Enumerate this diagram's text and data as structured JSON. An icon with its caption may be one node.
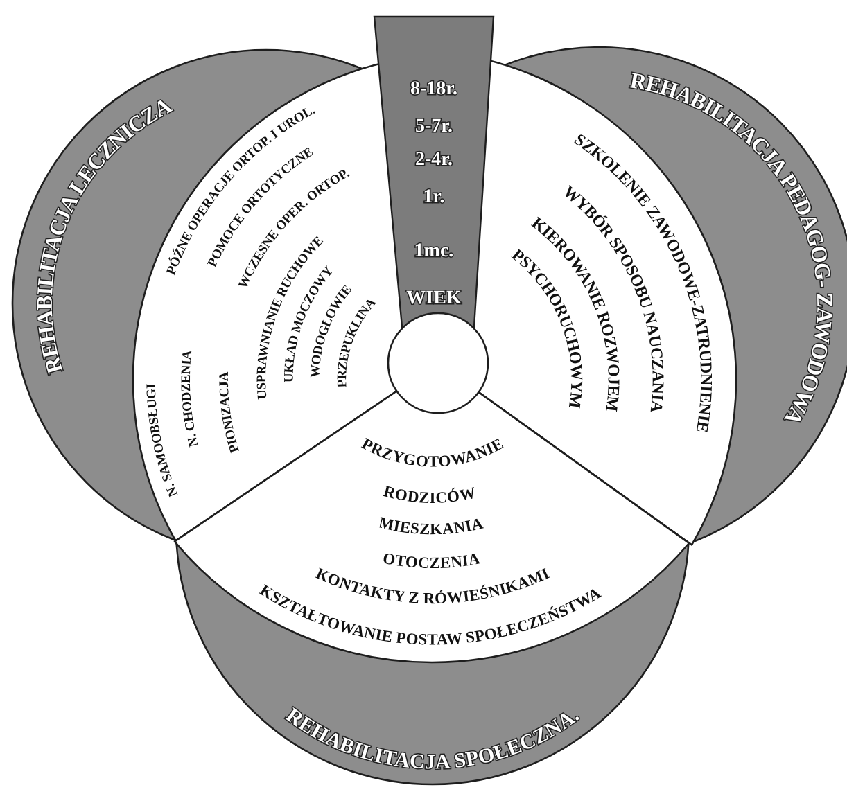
{
  "diagram": {
    "nodes": [
      {
        "text": [
          "REHABILITACJA LECZNICZA"
        ]
      },
      {
        "text": [
          "REHABILITACJA PEDAGOG- ZAWODOWA"
        ]
      },
      {
        "text": [
          "REHABILITACJA SPOŁECZNA."
        ]
      },
      {
        "text": [
          "N. SAMOOBSŁUGI",
          "PÓŹNE OPERACJE ORTOP. I UROL.",
          "N. CHODZENIA",
          "POMOCE ORTOTYCZNE",
          "PIONIZACJA",
          "WCZESNE OPER. ORTOP.",
          "USPRAWNIANIE RUCHOWE",
          "UKŁAD MOCZOWY",
          "WODOGŁOWIE",
          "PRZEPUKLINA"
        ],
        "in": 0
      },
      {
        "text": [
          "SZKOLENIE ZAWODOWE-ZATRUDNIENIE",
          "WYBÓR SPOSOBU NAUCZANIA",
          "KIEROWANIE ROZWOJEM",
          "PSYCHORUCHOWYM"
        ],
        "in": 1
      },
      {
        "text": [
          "PRZYGOTOWANIE",
          "RODZICÓW",
          "MIESZKANIA",
          "OTOCZENIA",
          "KONTAKTY Z RÓWIEŚNIKAMI",
          "KSZTAŁTOWANIE POSTAW SPOŁECZEŃSTWA"
        ],
        "in": 2
      },
      {
        "text": [
          "8-18r.",
          "5-7r.",
          "2-4r.",
          "1r.",
          "1mc.",
          "WIEK"
        ]
      },
      {
        "text": [],
        "shape": "circle"
      }
    ]
  }
}
